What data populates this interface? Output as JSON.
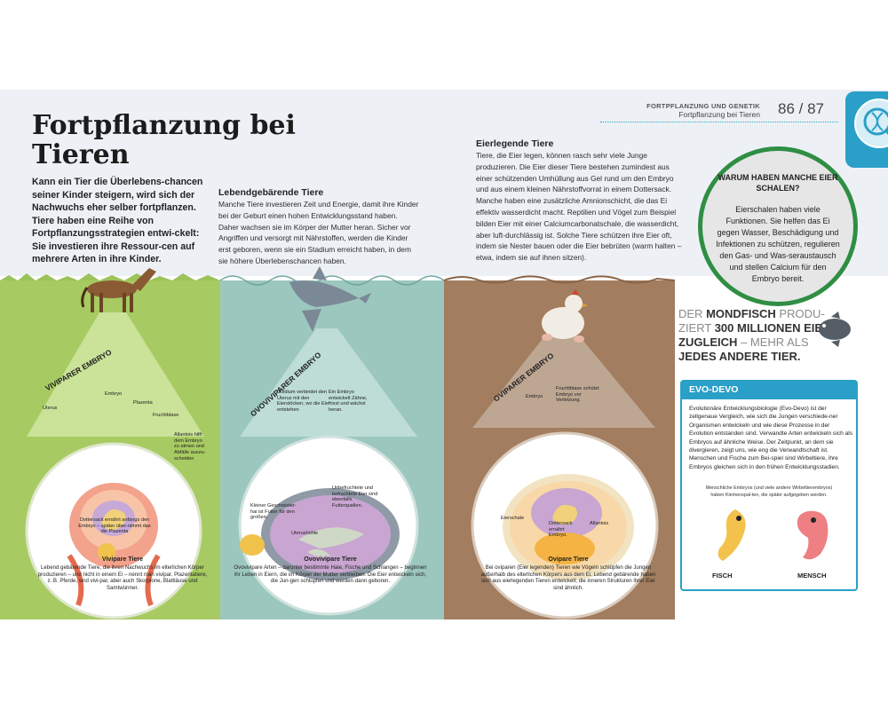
{
  "header": {
    "category": "FORTPFLANZUNG UND GENETIK",
    "subcategory": "Fortpflanzung bei Tieren",
    "pages": "86 / 87"
  },
  "title": "Fortpflanzung bei Tieren",
  "intro": "Kann ein Tier die Überlebens-chancen seiner Kinder steigern, wird sich der Nachwuchs eher selber fortpflanzen. Tiere haben eine Reihe von Fortpflanzungsstrategien entwi-ckelt: Sie investieren ihre Ressour-cen auf mehrere Arten in ihre Kinder.",
  "livebearing": {
    "heading": "Lebendgebärende Tiere",
    "text": "Manche Tiere investieren Zeit und Energie, damit ihre Kinder bei der Geburt einen hohen Entwicklungsstand haben. Daher wachsen sie im Körper der Mutter heran. Sicher vor Angriffen und versorgt mit Nährstoffen, werden die Kinder erst geboren, wenn sie ein Stadium erreicht haben, in dem sie höhere Überlebenschancen haben."
  },
  "egglaying": {
    "heading": "Eierlegende Tiere",
    "text": "Tiere, die Eier legen, können rasch sehr viele Junge produzieren. Die Eier dieser Tiere bestehen zumindest aus einer schützenden Umhüllung aus Gel rund um den Embryo und aus einem kleinen Nährstoffvorrat in einem Dottersack. Manche haben eine zusätzliche Amnionschicht, die das Ei effektiv wasserdicht macht. Reptilien und Vögel zum Beispiel bilden Eier mit einer Calciumcarbonatschale, die wasserdicht, aber luft-durchlässig ist. Solche Tiere schützen ihre Eier oft, indem sie Nester bauen oder die Eier bebrüten (warm halten – etwa, indem sie auf ihnen sitzen)."
  },
  "quiz": {
    "question": "WARUM HABEN MANCHE EIER SCHALEN?",
    "answer": "Eierschalen haben viele Funktionen. Sie helfen das Ei gegen Wasser, Beschädigung und Infektionen zu schützen, regulieren den Gas- und Was-seraustausch und stellen Calcium für den Embryo bereit."
  },
  "fact": {
    "p1": "DER ",
    "b1": "MONDFISCH",
    "p2": " PRODU-ZIERT ",
    "b2": "300 MILLIONEN EIER ZUGLEICH",
    "p3": " – MEHR ALS ",
    "b3": "JEDES ANDERE TIER."
  },
  "evo": {
    "title": "EVO-DEVO",
    "text": "Evolutionäre Entwicklungsbiologie (Evo-Devo) ist der zellgenaue Vergleich, wie sich die Jungen verschiede-ner Organismen entwickeln und wie diese Prozesse in der Evolution entstanden sind. Verwandte Arten entwickeln sich als Embryos auf ähnliche Weise. Der Zeitpunkt, an dem sie divergieren, zeigt uns, wie eng die Verwandtschaft ist. Menschen und Fische zum Bei-spiel sind Wirbeltiere, ihre Embryos gleichen sich in den frühen Entwicklungsstadien.",
    "caption": "Menschliche Embryos (und viele andere Wirbeltierembryos) haben Kiemenspal-ten, die später aufgegeben werden.",
    "fish": "FISCH",
    "human": "MENSCH"
  },
  "viviparous": {
    "arc": "VIVIPARER EMBRYO",
    "uterus": "Uterus",
    "embryo": "Embryo",
    "placenta": "Plazenta",
    "amnion": "Fruchtblase",
    "allantois": "Allantois hilft dem Embryo zu atmen und Abfälle auszu-scheiden",
    "yolk": "Dottersack ernährt anfangs den Embryo – später über-nimmt das die Plazenta",
    "cap_title": "Vivipare Tiere",
    "cap_text": "Lebend gebärende Tiere, die ihren Nachwuchs im elterlichen Körper produzieren – und nicht in einem Ei – nennt man vivipar. Plazentatiere, z. B. Pferde, sind vivi-par, aber auch Skorpione, Blattläuse und Samtwürmer."
  },
  "ovoviviparous": {
    "arc": "OVOVIVIPARER EMBRYO",
    "oviduct": "Ovidium verbindet den Uterus mit den Eierstöcken, wo die Eier entstehen",
    "embryo": "Ein Embryo entwickelt Zähne, frisst und wächst heran.",
    "sibling": "Kleiner Geschwister-hai ist Futter für den großen.",
    "unfertilized": "Unbefruchtete und befruchtete Eier sind ebenfalls Futterquellen.",
    "cavity": "Uterushöhle",
    "cap_title": "Ovovivipare Tiere",
    "cap_text": "Ovovivipare Arten – darunter bestimmte Haie, Fische und Schlangen – beginnen ihr Leben in Eiern, die im Körper der Mutter verbleiben. Die Eier entwickeln sich, die Jun-gen schlüpfen und werden dann geboren."
  },
  "oviparous": {
    "arc": "OVIPARER EMBRYO",
    "embryo": "Embryo",
    "amnion": "Fruchtblase schützt Embryo vor Verletzung.",
    "shell": "Eierschale",
    "yolk": "Dottersack ernährt Embryo.",
    "allantois": "Allantois",
    "cap_title": "Ovipare Tiere",
    "cap_text": "Bei oviparen (Eier legenden) Tieren wie Vögeln schlüpfen die Jungen außerhalb des elterlichen Körpers aus dem Ei. Lebend gebärende haben sich aus eierlegenden Tieren entwickelt; die inneren Strukturen ihrer Eier sind ähnlich."
  }
}
